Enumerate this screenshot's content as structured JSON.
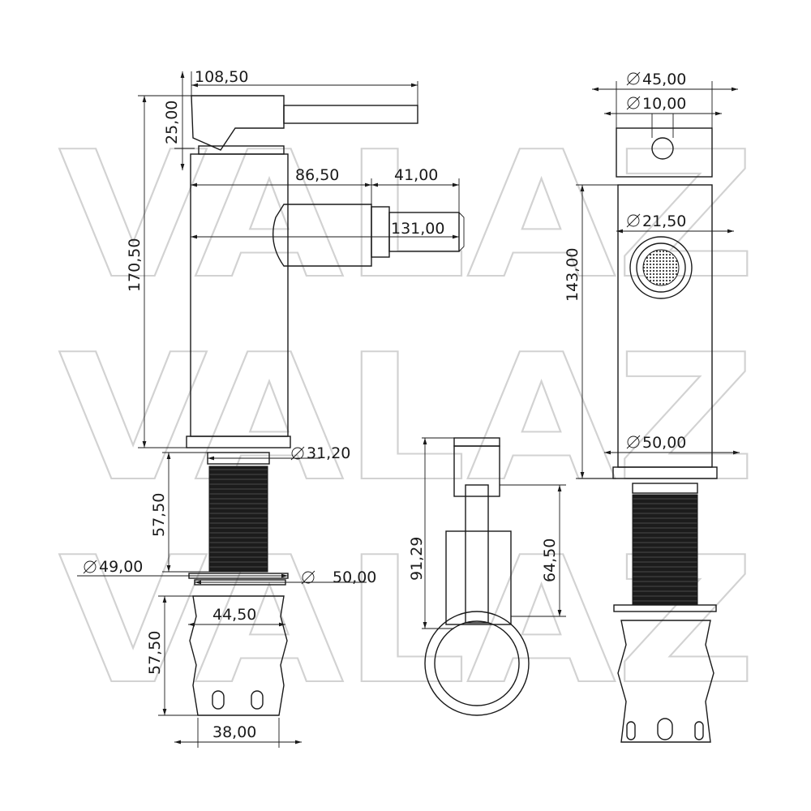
{
  "watermark": {
    "text": "VALAZ"
  },
  "side_view": {
    "overall_height": "170,50",
    "lever_width": "108,50",
    "lever_height": "25,00",
    "spout_length": "86,50",
    "nozzle_length": "41,00",
    "total_reach": "131,00",
    "base_diameter": "31,20",
    "thread_length": "57,50",
    "washer_diameter": "49,00",
    "nut_diameter": "50,00"
  },
  "clamp_view": {
    "height": "57,50",
    "top_width": "44,50",
    "bottom_width": "38,00"
  },
  "lever_view": {
    "overall_height": "91,29",
    "arm_height": "64,50"
  },
  "front_view": {
    "top_diameter": "45,00",
    "handle_hole": "10,00",
    "body_height": "143,00",
    "aerator_diameter": "21,50",
    "base_diameter": "50,00"
  },
  "icons": [
    "diameter-symbol"
  ]
}
